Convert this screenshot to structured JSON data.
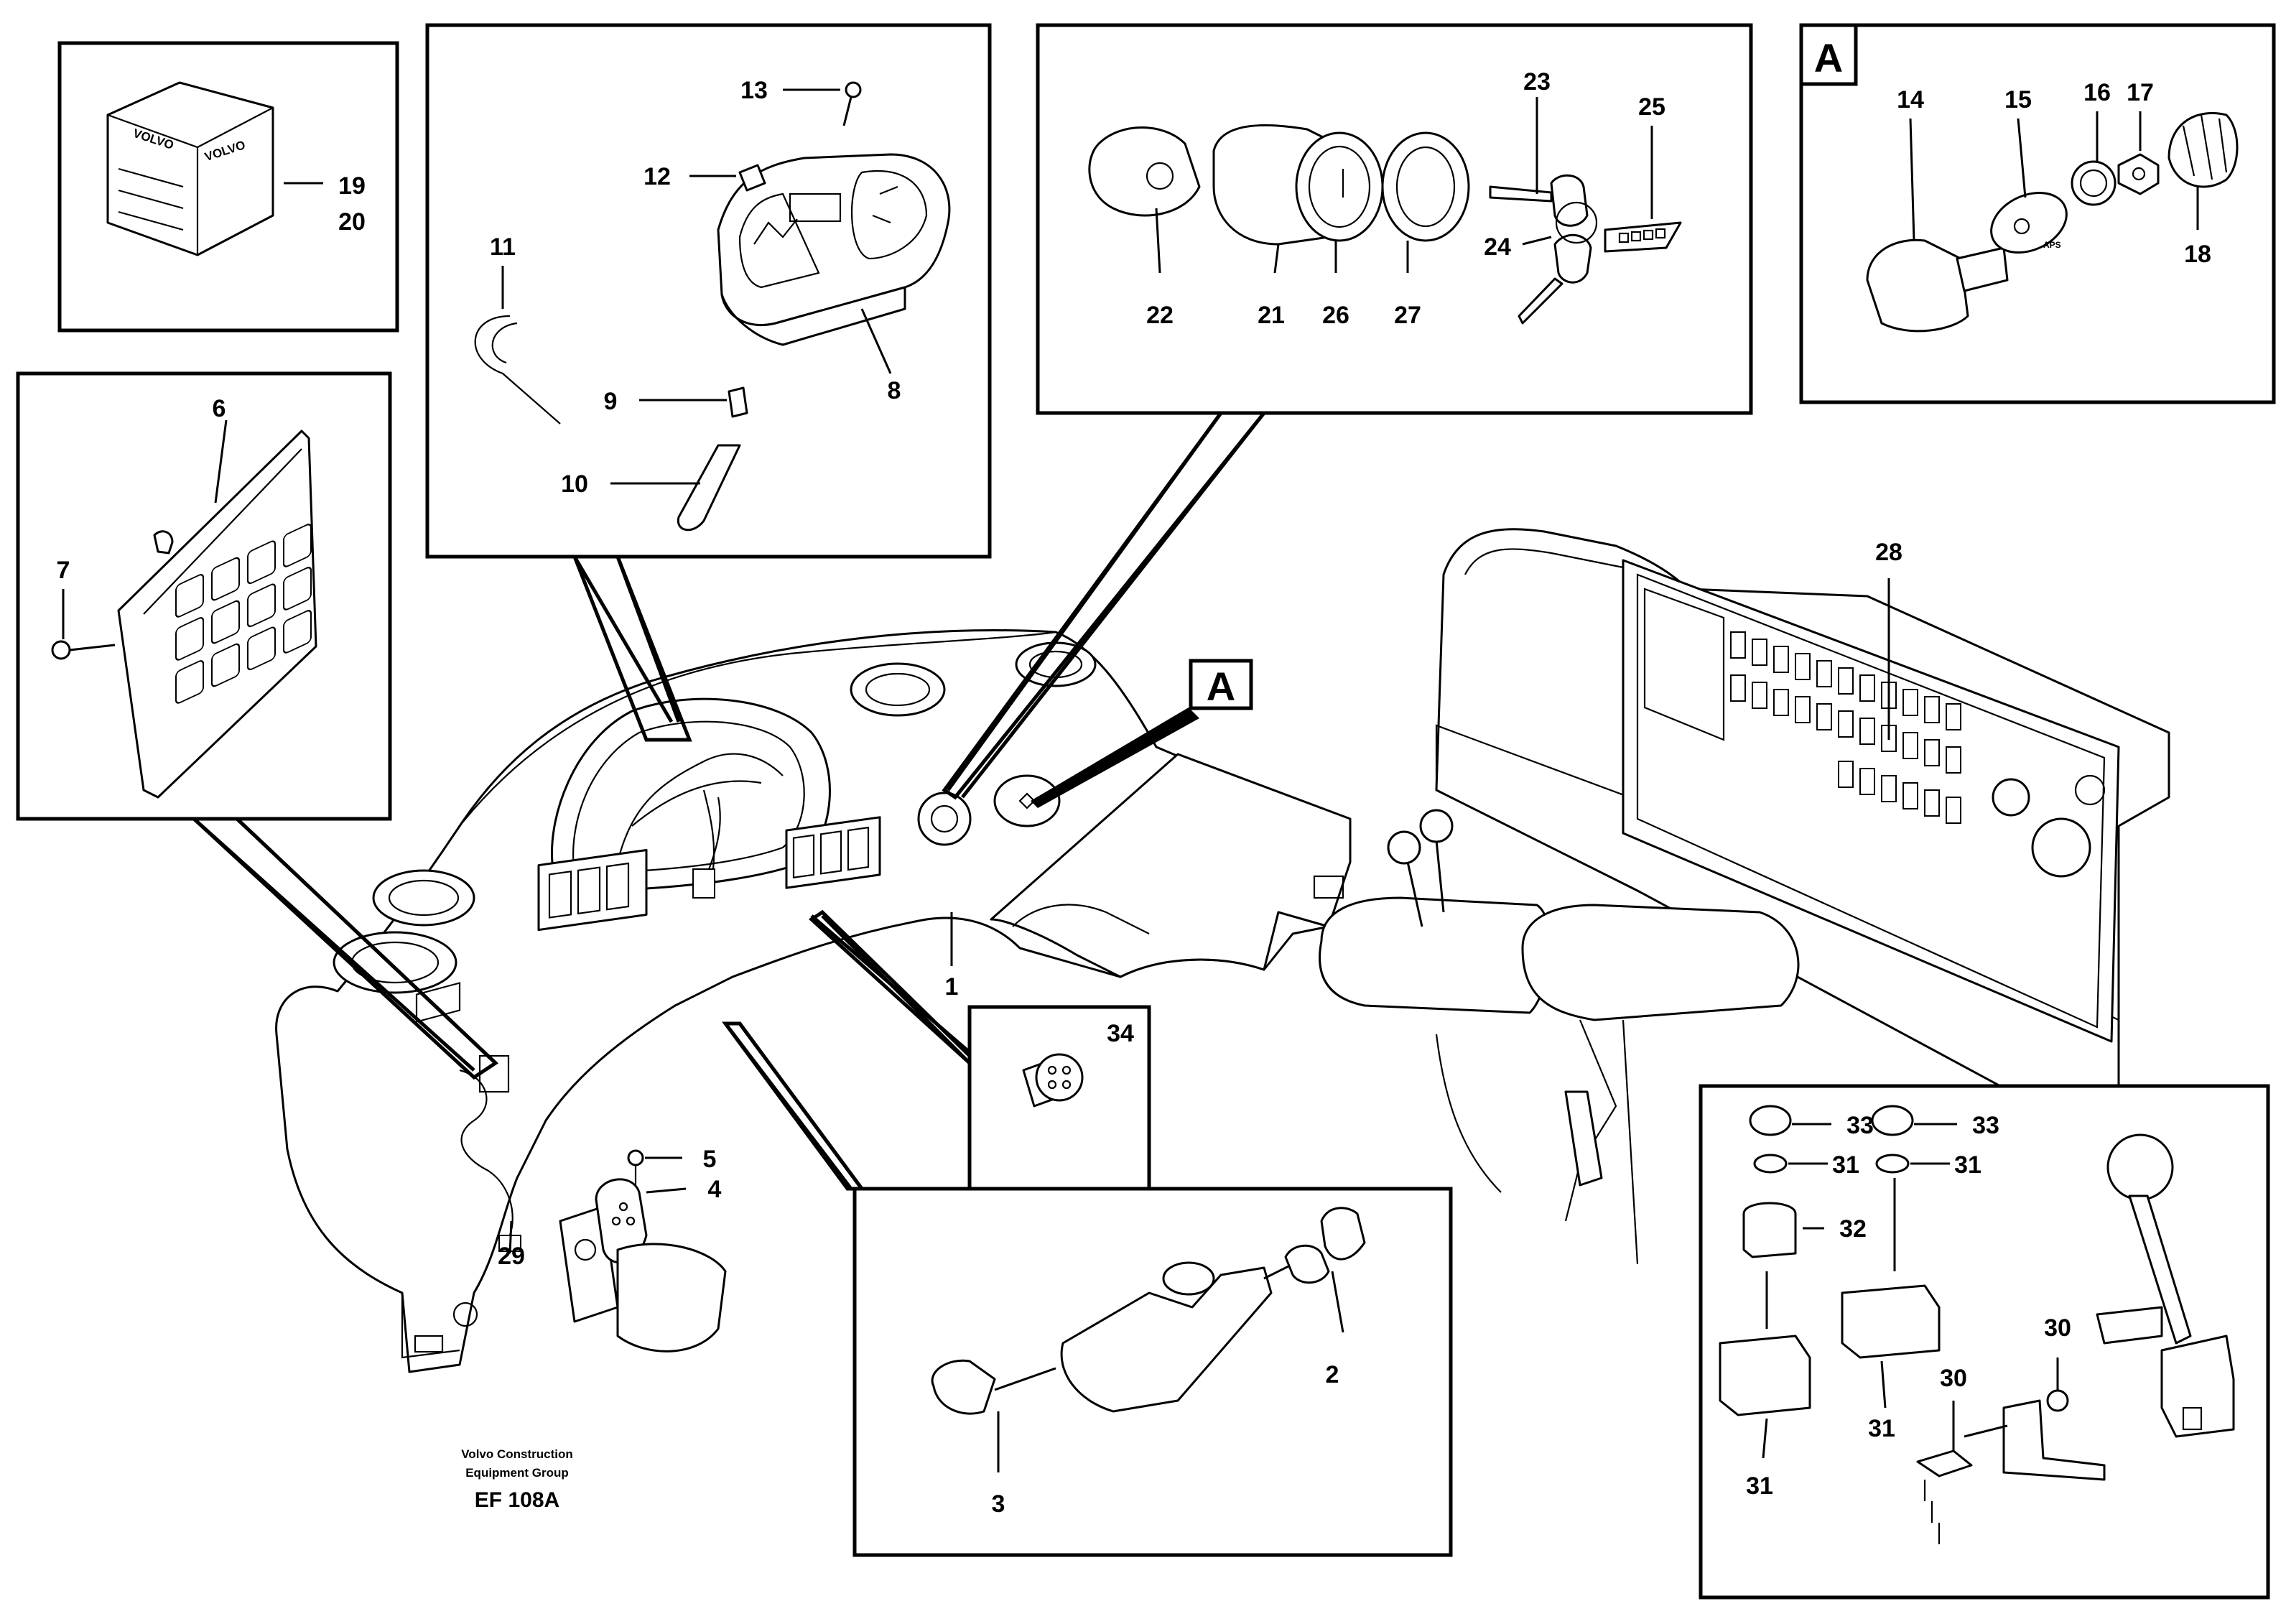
{
  "diagram": {
    "labels": {
      "l1": "1",
      "l2": "2",
      "l3": "3",
      "l4": "4",
      "l5": "5",
      "l6": "6",
      "l7": "7",
      "l8": "8",
      "l9": "9",
      "l10": "10",
      "l11": "11",
      "l12": "12",
      "l13": "13",
      "l14": "14",
      "l15": "15",
      "l16": "16",
      "l17": "17",
      "l18": "18",
      "l19": "19",
      "l20": "20",
      "l21": "21",
      "l22": "22",
      "l23": "23",
      "l24": "24",
      "l25": "25",
      "l26": "26",
      "l27": "27",
      "l28": "28",
      "l29": "29",
      "l30a": "30",
      "l30b": "30",
      "l31a": "31",
      "l31b": "31",
      "l31c": "31",
      "l31d": "31",
      "l32": "32",
      "l33a": "33",
      "l33b": "33",
      "l34": "34"
    },
    "callout_a_main": "A",
    "callout_a_detail": "A",
    "box_text_1": "VOLVO",
    "box_text_2": "VOLVO",
    "switch_text": "APS",
    "footer": {
      "company_line1": "Volvo Construction",
      "company_line2": "Equipment Group",
      "code": "EF 108A"
    }
  }
}
